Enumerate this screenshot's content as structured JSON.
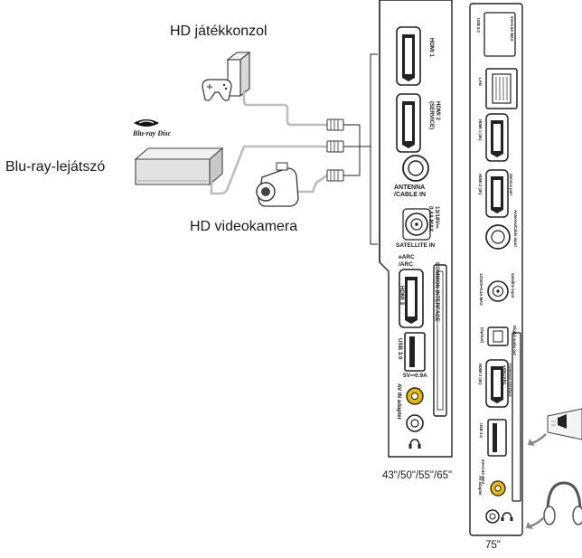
{
  "devices": {
    "console": "HD játékkonzol",
    "bluray": "Blu-ray-lejátszó",
    "camcorder": "HD videokamera",
    "bluray_logo_text": "Blu-ray Disc"
  },
  "panel_left": {
    "size_label": "43\"/50\"/55\"/65\"",
    "hdmi1": "HDMI 1",
    "hdmi2_line1": "HDMI 2",
    "hdmi2_line2": "(SERVICE)",
    "antenna_line1": "ANTENNA",
    "antenna_line2": "/CABLE IN",
    "sat_power_line1": "13/18V⎓",
    "sat_power_line2": "0.4A MAX",
    "satellite": "SATELLITE IN",
    "earc_line1": "eARC",
    "earc_line2": "/ARC",
    "hdmi3": "HDMI 3",
    "common_interface": "COMMON INTERFACE",
    "usb3": "USB 3.0",
    "usb_power": "5V⎓0.9A",
    "av_in": "AV IN adapter"
  },
  "panel_right": {
    "size_label": "75\"",
    "usb2": "USB 2.0",
    "usb2_power": "5V⎓0.5A MAX",
    "lan": "LAN",
    "hdmi1": "HDMI 1 (4K)",
    "hdmi2": "HDMI 2 (4K)",
    "service_port": "Service port",
    "antenna": "Antenna/Cable input",
    "satellite": "Satellite input",
    "sat_power": "13/18V⎓0.4A MAX",
    "digital_audio": "Digital audio out",
    "optical": "(Optical)",
    "hdmi3": "HDMI 3 (4K)",
    "earc": "eARC/ARC",
    "common_interface": "Common Interface",
    "usb3": "USB 3.0",
    "usb3_power": "5V⎓0.9A MAX",
    "av_adapter": "AV adapter"
  }
}
